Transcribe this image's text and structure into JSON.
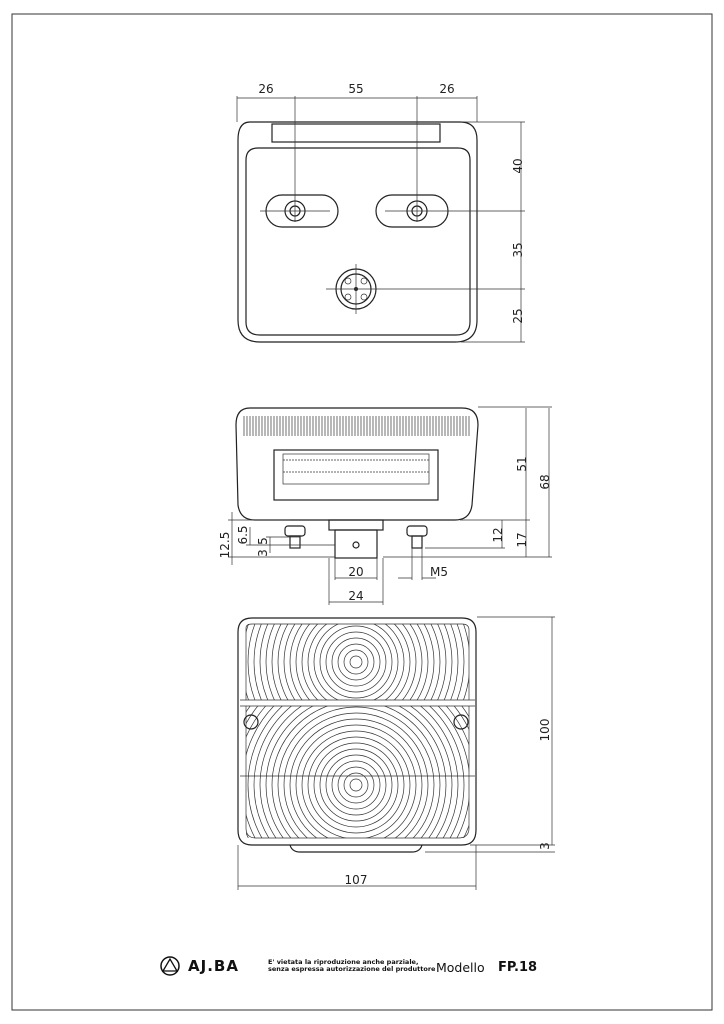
{
  "top_view": {
    "dims": {
      "left": "26",
      "center": "55",
      "right": "26",
      "h1": "40",
      "h2": "35",
      "h3": "25"
    }
  },
  "side_view": {
    "dims": {
      "h51": "51",
      "h68": "68",
      "h12": "12",
      "h17": "17",
      "h12_5": "12.5",
      "h6_5": "6.5",
      "h5": "5",
      "h3": "3",
      "w20": "20",
      "thread": "M5",
      "w24": "24"
    }
  },
  "front_view": {
    "dims": {
      "h100": "100",
      "h3": "3",
      "w107": "107"
    }
  },
  "footer": {
    "brand": "AJ.BA",
    "notice_line1": "E' vietata la riproduzione anche parziale,",
    "notice_line2": "senza espressa autorizzazione del produttore",
    "model_label": "Modello",
    "model_value": "FP.18"
  }
}
